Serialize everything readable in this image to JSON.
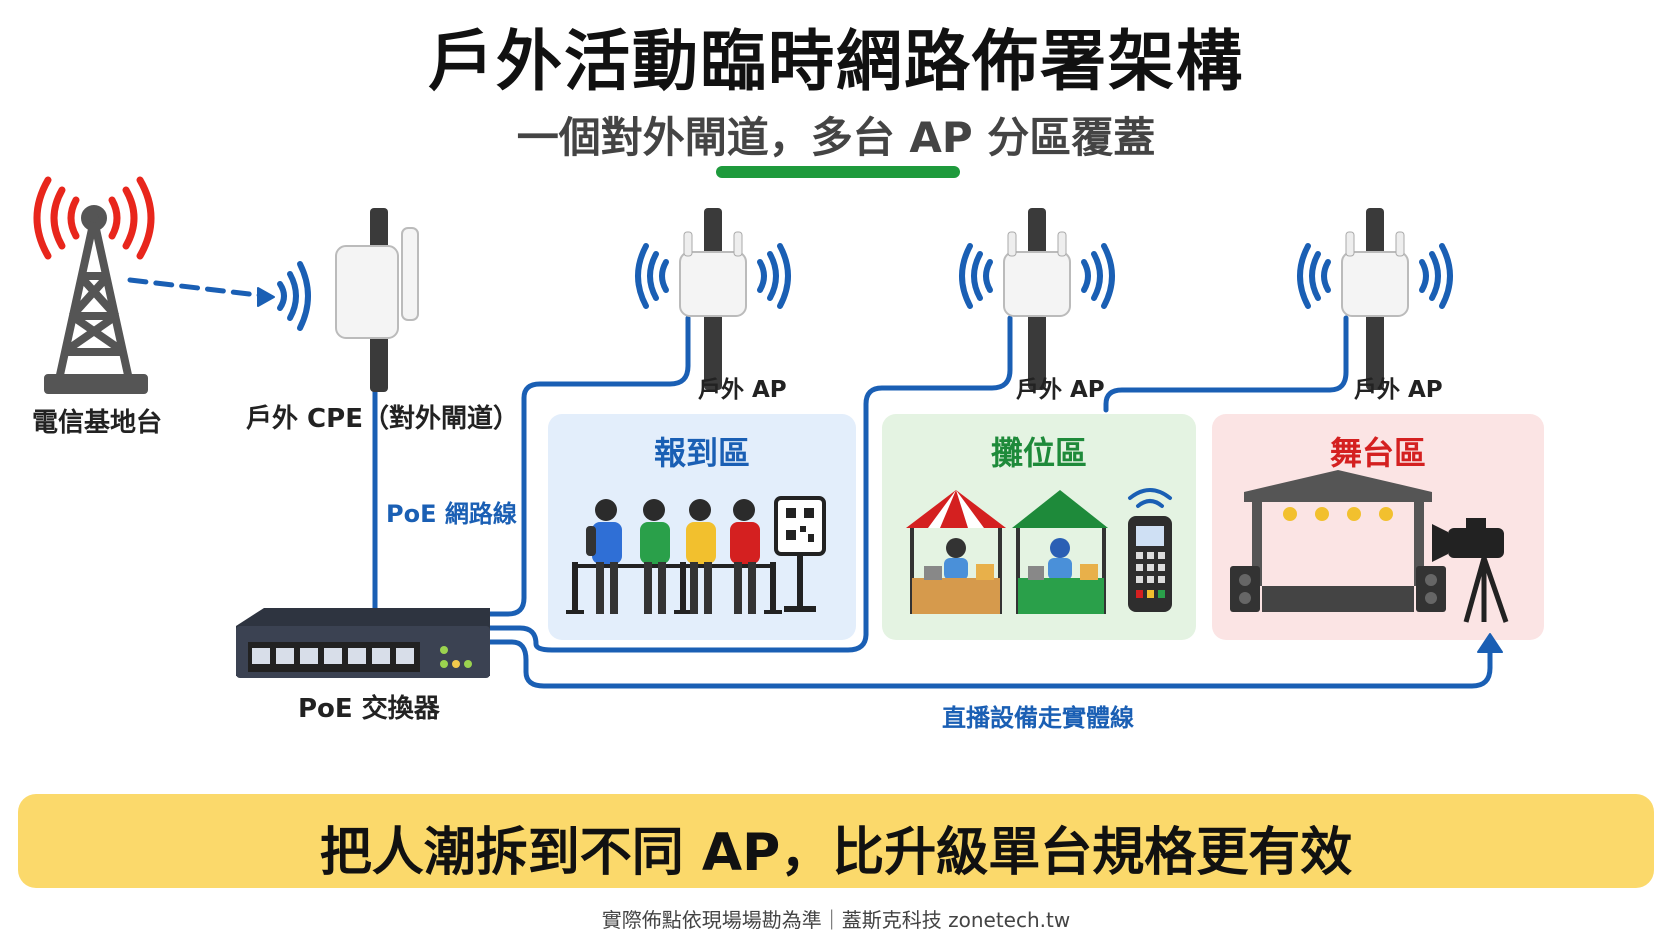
{
  "header": {
    "title": "戶外活動臨時網路佈署架構",
    "subtitle": "一個對外閘道，多台 AP 分區覆蓋"
  },
  "devices": {
    "tower_label": "電信基地台",
    "cpe_label": "戶外 CPE（對外閘道）",
    "switch_label": "PoE 交換器",
    "ap_labels": [
      "戶外 AP",
      "戶外 AP",
      "戶外 AP"
    ]
  },
  "cables": {
    "poe_label": "PoE 網路線",
    "live_label": "直播設備走實體線"
  },
  "zones": [
    {
      "title": "報到區",
      "color": "#1a5fb4"
    },
    {
      "title": "攤位區",
      "color": "#1e8a3a"
    },
    {
      "title": "舞台區",
      "color": "#d42020"
    }
  ],
  "banner": {
    "text": "把人潮拆到不同 AP，比升級單台規格更有效"
  },
  "footer": {
    "text": "實際佈點依現場場勘為準｜蓋斯克科技 zonetech.tw"
  },
  "colors": {
    "cable": "#1a5fb4",
    "signal_red": "#e8261c",
    "signal_blue": "#1a5fb4",
    "accent_green": "#1e9a3c",
    "banner": "#fbd96b",
    "zone_checkin_bg": "#e3eefb",
    "zone_booth_bg": "#e4f3e2",
    "zone_stage_bg": "#fbe4e4"
  },
  "icons": [
    "cell-tower-icon",
    "cpe-antenna-icon",
    "access-point-icon",
    "poe-switch-icon",
    "queue-people-icon",
    "qr-kiosk-icon",
    "market-booth-icon",
    "payment-terminal-icon",
    "stage-truss-icon",
    "video-camera-icon"
  ]
}
